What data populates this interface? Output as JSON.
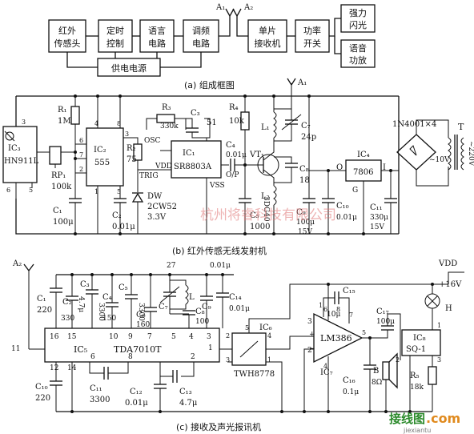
{
  "block_diagram": {
    "blocks": {
      "ir_head": [
        "红外",
        "传感头"
      ],
      "timer": [
        "定时",
        "控制"
      ],
      "voice": [
        "语言",
        "电路"
      ],
      "fm": [
        "调频",
        "电路"
      ],
      "receiver": [
        "单片",
        "接收机"
      ],
      "power_switch": [
        "功率",
        "开关"
      ],
      "flash": [
        "强力",
        "闪光"
      ],
      "audio": [
        "语音",
        "功放"
      ],
      "supply": "供电电源"
    },
    "antenna_tx": "A₁",
    "antenna_rx": "A₂",
    "caption": "(a) 组成框图"
  },
  "transmitter": {
    "components": {
      "ic3": "IC₃",
      "ic3_part": "HN911L",
      "r1": "R₁",
      "r1_val": "1M",
      "rp1": "RP₁",
      "rp1_val": "100k",
      "c1": "C₁",
      "c1_val": "100μ",
      "ic2": "IC₂",
      "ic2_part": "555",
      "r2": "R₂",
      "r2_val": "75",
      "c2": "C₂",
      "c2_val": "0.01μ",
      "r3": "R₃",
      "r3_val": "330k",
      "c3": "C₃",
      "c3_val": "51",
      "osc": "OSC",
      "vdd": "VDD",
      "trig": "TRIG",
      "ic1": "IC₁",
      "ic1_part": "SR8803A",
      "op": "O/P",
      "vss": "VSS",
      "dw": "DW",
      "dw_part": "2CW52",
      "dw_val": "3.3V",
      "r4": "R₄",
      "r4_val": "10k",
      "c4": "C₄",
      "c4_val": "0.01μ",
      "vt1": "VT₁",
      "vt1_part": "3DG40",
      "c5": "C₅",
      "c5_val": "1000",
      "l1": "L₁",
      "l2": "L₂",
      "c7": "C₇",
      "c7_val": "24p",
      "c8": "C₈",
      "c8_val": "18",
      "c9": "C₉",
      "c9_val": "100μ",
      "c9_v": "15V",
      "antenna": "A₁",
      "ic4": "IC₄",
      "ic4_part": "7806",
      "ic4_o": "O",
      "ic4_i": "I",
      "ic4_g": "G",
      "c10": "C₁₀",
      "c10_val": "0.01μ",
      "c11": "C₁₁",
      "c11_val": "330μ",
      "c11_v": "15V",
      "bridge": "1N4001×4",
      "t": "T",
      "v10": "~10V",
      "v220": "~220V"
    },
    "pins": {
      "ic3_3": "3",
      "ic3_6": "6",
      "ic3_5": "5",
      "ic2_4": "4",
      "ic2_8": "8",
      "ic2_3": "3",
      "ic2_6": "6",
      "ic2_7": "7",
      "ic2_2": "2",
      "ic2_1": "1",
      "ic2_5": "5"
    },
    "caption": "(b) 红外传感无线发射机"
  },
  "receiver": {
    "components": {
      "antenna": "A₂",
      "c1": "C₁",
      "c1_val": "220",
      "c2": "C₂",
      "c2_val": "330",
      "c3": "C₃",
      "c3_val": "3300",
      "c4": "C₄",
      "c4_val": "150",
      "c5": "C₅",
      "c5_val": "3300",
      "c6": "C₆",
      "c6_val": "160",
      "c7": "C₇",
      "c7_val": "27",
      "c8": "C₈",
      "c8_val": "100",
      "c9": "C₉",
      "c14": "C₁₄",
      "c14_val": "0.01μ",
      "c13_top_val": "0.01μ",
      "l": "L",
      "c2_47": "4.7μ",
      "ic5": "IC₅",
      "ic5_part": "TDA7010T",
      "c10": "C₁₀",
      "c10_val": "220",
      "c11": "C₁₁",
      "c11_val": "3300",
      "c12": "C₁₂",
      "c12_val": "0.01μ",
      "c13": "C₁₃",
      "c13_val": "4.7μ",
      "ic6": "IC₆",
      "ic6_part": "TWH8778",
      "ic7": "IC₇",
      "ic7_part": "LM386",
      "c15": "C₁₅",
      "c15_val": "10μ",
      "c16": "C₁₆",
      "c16_val": "0.1μ",
      "c17": "C₁₇",
      "c17_val": "100μ",
      "speaker": "B",
      "speaker_val": "8Ω",
      "ic8": "IC₈",
      "ic8_part": "SQ-1",
      "r5": "R₅",
      "r5_val": "18k",
      "vdd": "VDD",
      "vplus": "+16V",
      "lamp": "H"
    },
    "pins": {
      "p16": "16",
      "p15": "15",
      "p10": "10",
      "p9": "9",
      "p7": "7",
      "p5": "5",
      "p4": "4",
      "p3": "3",
      "p12": "12",
      "p14": "14",
      "p6": "6",
      "p8": "8",
      "p2": "2",
      "p1": "1",
      "p11": "11",
      "ic6_2": "2",
      "ic6_3": "3",
      "ic6_4": "4",
      "ic6_1": "1",
      "ic6_5": "5",
      "ic7_3": "3",
      "ic7_2": "2",
      "ic7_6": "6",
      "ic7_8": "8",
      "ic7_1": "1",
      "ic7_7": "7",
      "ic7_5": "5",
      "ic7_4": "4",
      "ic8_1": "1",
      "ic8_2": "2",
      "ic8_3": "3"
    },
    "caption": "(c) 接收及声光报讯机"
  },
  "watermark": {
    "text": "杭州将睿科技有限公司",
    "brand": "接线图",
    "domain": ".com",
    "url": "jiexiantu"
  }
}
